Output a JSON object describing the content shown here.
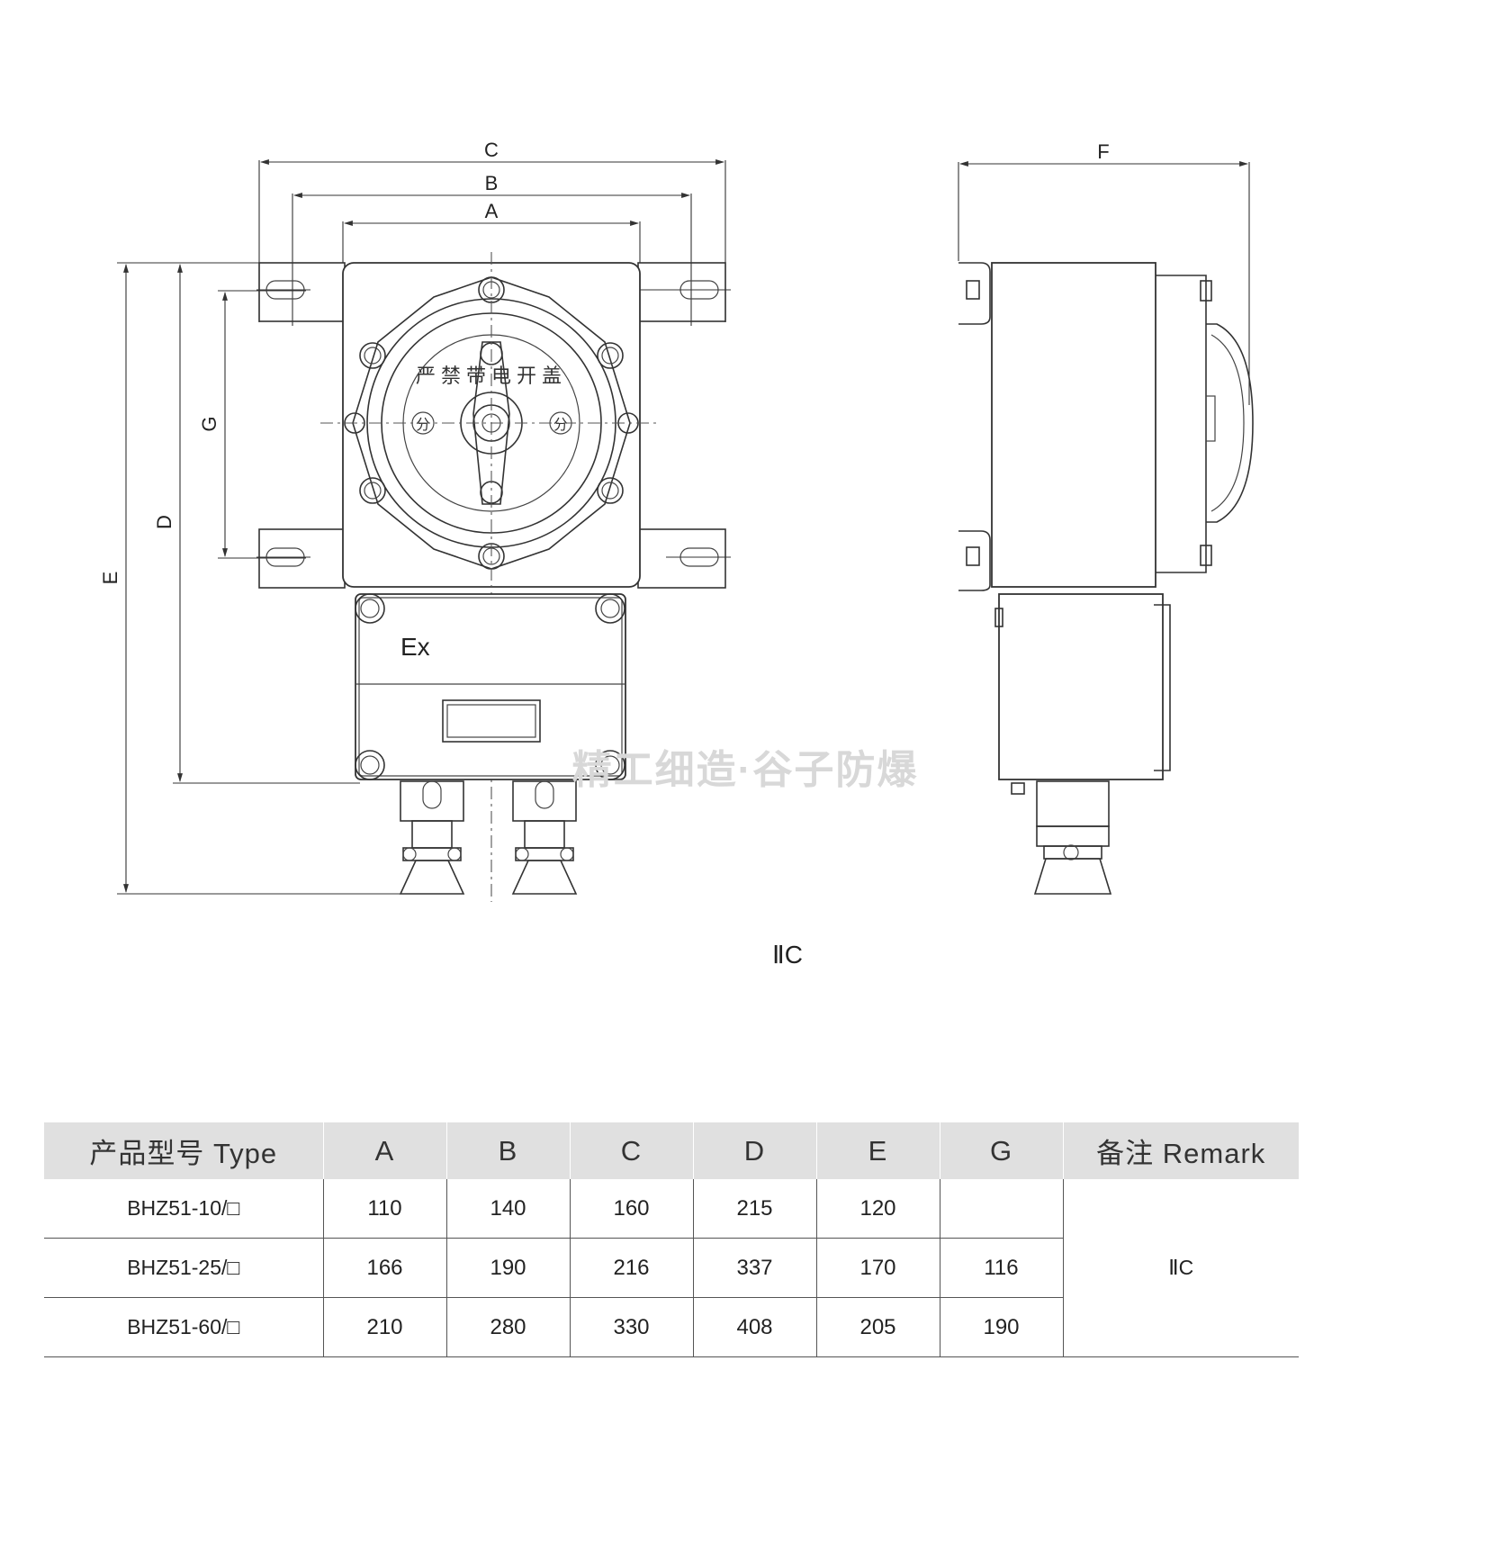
{
  "drawing": {
    "dim_labels": {
      "C": "C",
      "B": "B",
      "A": "A",
      "F": "F",
      "G": "G",
      "D": "D",
      "E": "E"
    },
    "front_marks": {
      "ex": "Ex",
      "dial_text": "严禁带电开盖",
      "dial_left": "分",
      "dial_right": "分"
    },
    "class_label": "ⅡC",
    "watermark": "精工细造·谷子防爆"
  },
  "table": {
    "headers": [
      "产品型号 Type",
      "A",
      "B",
      "C",
      "D",
      "E",
      "G",
      "备注 Remark"
    ],
    "rows": [
      {
        "type": "BHZ51-10/□",
        "A": "110",
        "B": "140",
        "C": "160",
        "D": "215",
        "E": "120",
        "G": ""
      },
      {
        "type": "BHZ51-25/□",
        "A": "166",
        "B": "190",
        "C": "216",
        "D": "337",
        "E": "170",
        "G": "116"
      },
      {
        "type": "BHZ51-60/□",
        "A": "210",
        "B": "280",
        "C": "330",
        "D": "408",
        "E": "205",
        "G": "190"
      }
    ],
    "remark": "ⅡC"
  }
}
